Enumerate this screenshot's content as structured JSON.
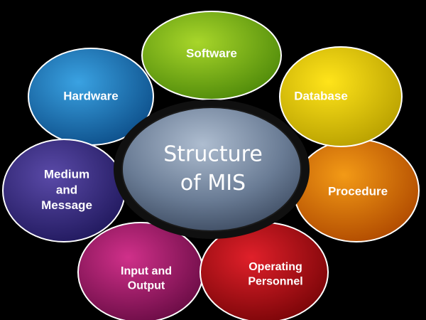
{
  "center": {
    "lines": [
      "Structure",
      "of MIS"
    ]
  },
  "petals": [
    {
      "id": "hardware",
      "lines": [
        "Hardware"
      ],
      "color_light": "#3aa2e2",
      "color_dark": "#0d4f8a"
    },
    {
      "id": "medium-and-message",
      "lines": [
        "Medium",
        "and",
        "Message"
      ],
      "color_light": "#5a4aa8",
      "color_dark": "#21195e"
    },
    {
      "id": "input-and-output",
      "lines": [
        "Input and",
        "Output"
      ],
      "color_light": "#d0308a",
      "color_dark": "#6a0c45"
    },
    {
      "id": "operating-personnel",
      "lines": [
        "Operating",
        "Personnel"
      ],
      "color_light": "#e0202a",
      "color_dark": "#7a0508"
    },
    {
      "id": "procedure",
      "lines": [
        "Procedure"
      ],
      "color_light": "#f39a16",
      "color_dark": "#b04a00"
    },
    {
      "id": "database",
      "lines": [
        "Database"
      ],
      "color_light": "#ffe41a",
      "color_dark": "#b8a000"
    },
    {
      "id": "software",
      "lines": [
        "Software"
      ],
      "color_light": "#a8d62a",
      "color_dark": "#4f8a0a"
    }
  ]
}
